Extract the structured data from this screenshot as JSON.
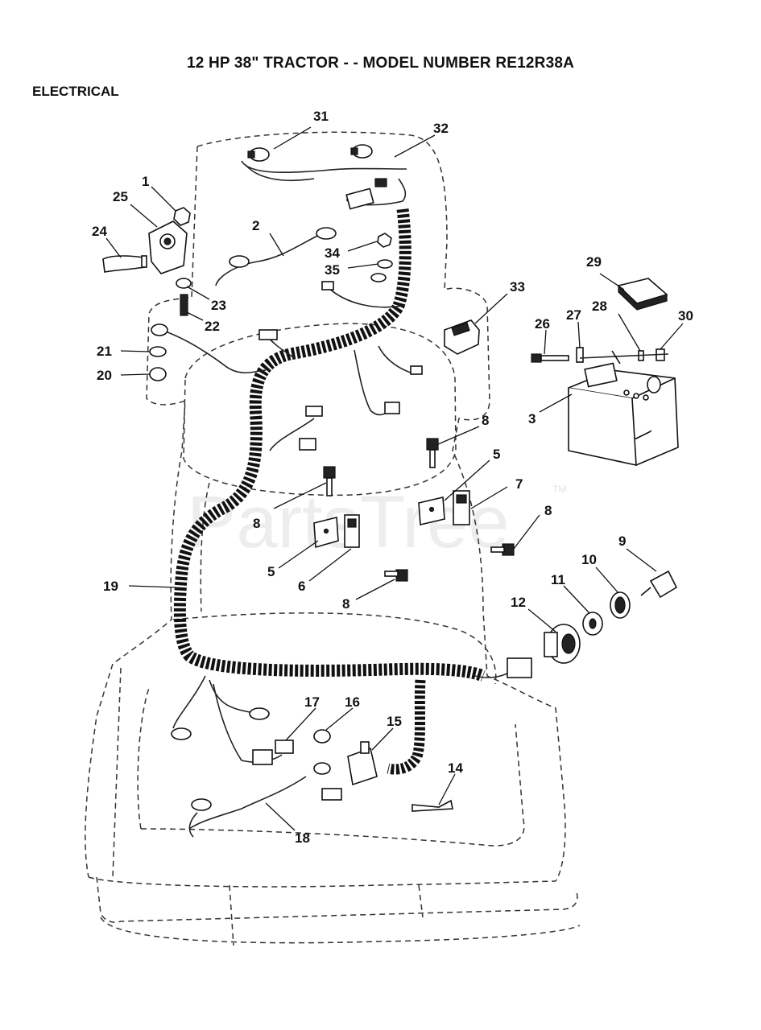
{
  "title": "12 HP 38\" TRACTOR - - MODEL NUMBER RE12R38A",
  "section": "ELECTRICAL",
  "watermark": {
    "text": "PartsTree",
    "trademark": "TM"
  },
  "callouts": {
    "1": "1",
    "2": "2",
    "3": "3",
    "5a": "5",
    "5b": "5",
    "6": "6",
    "7": "7",
    "8a": "8",
    "8b": "8",
    "8c": "8",
    "8d": "8",
    "9": "9",
    "10": "10",
    "11": "11",
    "12": "12",
    "14": "14",
    "15": "15",
    "16": "16",
    "17": "17",
    "18": "18",
    "19": "19",
    "20": "20",
    "21": "21",
    "22": "22",
    "23": "23",
    "24": "24",
    "25": "25",
    "26": "26",
    "27": "27",
    "28": "28",
    "29": "29",
    "30": "30",
    "31": "31",
    "32": "32",
    "33": "33",
    "34": "34",
    "35": "35"
  }
}
